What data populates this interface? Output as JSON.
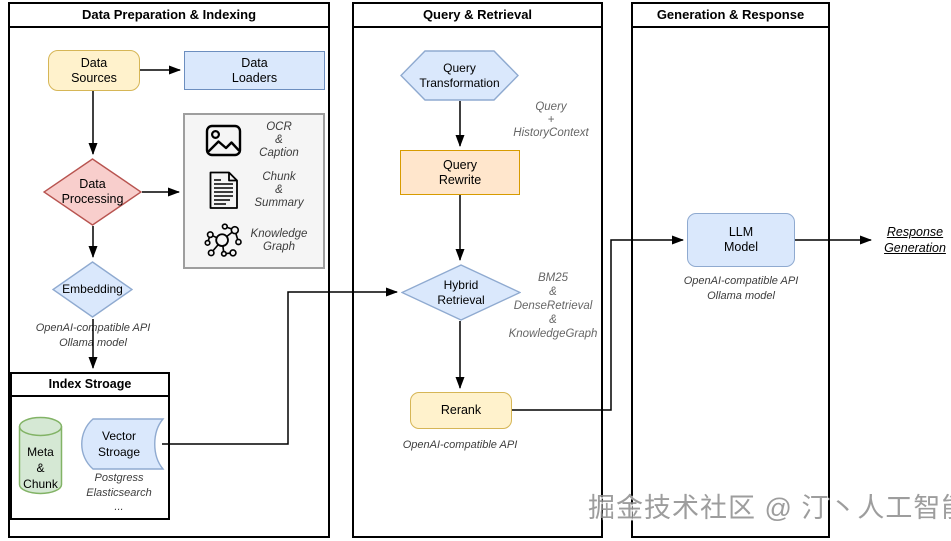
{
  "palette": {
    "yellow_fill": "#FFF2CC",
    "yellow_stroke": "#D6B656",
    "blue_fill": "#DAE8FC",
    "blue_stroke": "#6C8EBF",
    "red_fill": "#F8CECC",
    "red_stroke": "#B85450",
    "orange_fill": "#FFE6CC",
    "orange_stroke": "#D79B00",
    "green_fill": "#D5E8D4",
    "green_stroke": "#82B366",
    "gray_box_fill": "#F5F5F5",
    "annotation_gray": "#666666"
  },
  "columns": {
    "prep": {
      "title": "Data Preparation & Indexing"
    },
    "query": {
      "title": "Query & Retrieval"
    },
    "gen": {
      "title": "Generation & Response"
    }
  },
  "nodes": {
    "data_sources": {
      "label": "Data\nSources"
    },
    "data_loaders": {
      "label": "Data\nLoaders"
    },
    "data_processing": {
      "label": "Data\nProcessing"
    },
    "embedding": {
      "label": "Embedding",
      "note": "OpenAI-compatible API\nOllama model"
    },
    "query_transformation": {
      "label": "Query\nTransformation"
    },
    "query_rewrite": {
      "label": "Query\nRewrite"
    },
    "hybrid_retrieval": {
      "label": "Hybrid\nRetrieval"
    },
    "rerank": {
      "label": "Rerank",
      "note": "OpenAI-compatible API"
    },
    "llm_model": {
      "label": "LLM\nModel",
      "note": "OpenAI-compatible API\nOllama model"
    }
  },
  "process_box": {
    "items": [
      {
        "icon": "image-icon",
        "label": "OCR\n&\nCaption"
      },
      {
        "icon": "document-icon",
        "label": "Chunk\n&\nSummary"
      },
      {
        "icon": "knowledge-graph-icon",
        "label": "Knowledge\nGraph"
      }
    ]
  },
  "index_storage": {
    "title": "Index Stroage",
    "meta_chunk_label": "Meta\n&\nChunk",
    "vector_label": "Vector\nStroage",
    "note": "Postgress\nElasticsearch\n..."
  },
  "annotations": {
    "query_context": "Query\n+\nHistoryContext",
    "retrieval_methods": "BM25\n&\nDenseRetrieval\n&\nKnowledgeGraph",
    "response_generation": "Response\nGeneration"
  },
  "watermark": "掘金技术社区 @ 汀丶人工智能"
}
